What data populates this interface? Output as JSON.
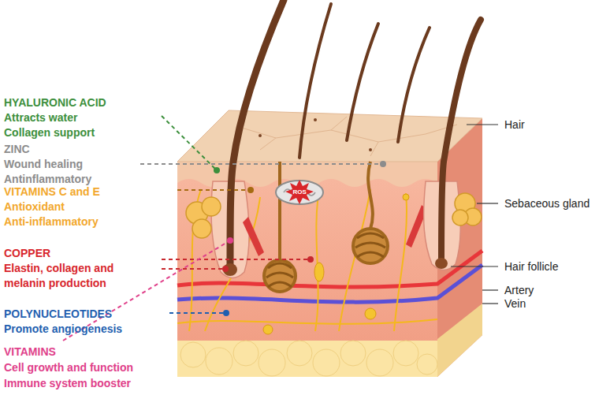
{
  "diagram": {
    "labels": [
      "HYALURONIC ACID",
      "Attracts water",
      "Collagen support",
      "ZINC",
      "Wound healing",
      "Antinflammatory",
      "VITAMINS C and E",
      "Antioxidant",
      "Anti-inflammatory",
      "COPPER",
      "Elastin, collagen and melanin production",
      "POLYNUCLEOTIDES",
      "Promote angiogenesis",
      "VITAMINS",
      "Cell growth and function",
      "Immune system booster",
      "ROS",
      "Hair",
      "Sebaceous gland",
      "Hair follicle",
      "Artery",
      "Vein"
    ]
  }
}
